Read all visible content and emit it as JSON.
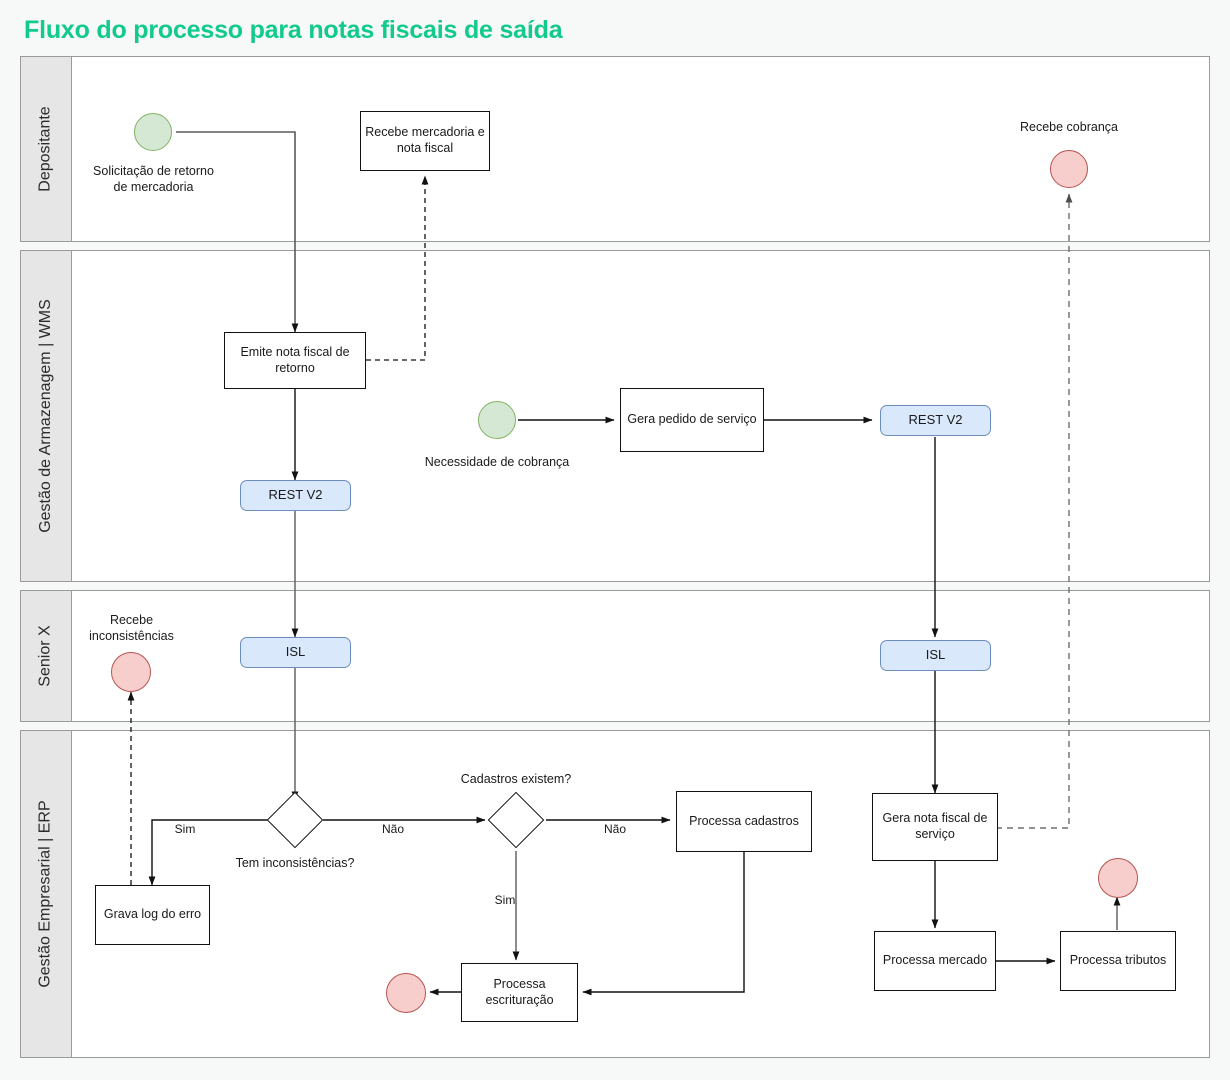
{
  "title": "Fluxo do processo para notas fiscais de saída",
  "colors": {
    "title": "#12ca8c",
    "start_event_fill": "#d5e8d4",
    "start_event_stroke": "#82b366",
    "end_event_fill": "#f8cecc",
    "end_event_stroke": "#b85450",
    "service_fill": "#dae8fc",
    "service_stroke": "#6c8ebf",
    "lane_header_fill": "#e6e6e6",
    "lane_border": "#9a9a9a",
    "page_background": "#f7f8f8"
  },
  "lanes": [
    {
      "id": "depositante",
      "label": "Depositante"
    },
    {
      "id": "wms",
      "label": "Gestão de Armazenagem | WMS"
    },
    {
      "id": "seniorx",
      "label": "Senior X"
    },
    {
      "id": "erp",
      "label": "Gestão Empresarial | ERP"
    }
  ],
  "nodes": {
    "start_retorno": {
      "type": "start-event",
      "label": "Solicitação de retorno\nde mercadoria",
      "lane": "depositante"
    },
    "recebe_mercadoria": {
      "type": "task",
      "label": "Recebe mercadoria e\nnota fiscal",
      "lane": "depositante"
    },
    "recebe_cobranca": {
      "type": "end-event",
      "label": "Recebe cobrança",
      "lane": "depositante"
    },
    "emite_nf_retorno": {
      "type": "task",
      "label": "Emite nota fiscal de\nretorno",
      "lane": "wms"
    },
    "rest_v2_left": {
      "type": "service",
      "label": "REST V2",
      "lane": "wms"
    },
    "start_cobranca": {
      "type": "start-event",
      "label": "Necessidade de cobrança",
      "lane": "wms"
    },
    "gera_pedido": {
      "type": "task",
      "label": "Gera pedido de serviço",
      "lane": "wms"
    },
    "rest_v2_right": {
      "type": "service",
      "label": "REST V2",
      "lane": "wms"
    },
    "recebe_inconsistencias": {
      "type": "end-event",
      "label": "Recebe\ninconsistências",
      "lane": "seniorx"
    },
    "isl_left": {
      "type": "service",
      "label": "ISL",
      "lane": "seniorx"
    },
    "isl_right": {
      "type": "service",
      "label": "ISL",
      "lane": "seniorx"
    },
    "gw_inconsistencias": {
      "type": "gateway",
      "label": "Tem inconsistências?",
      "lane": "erp"
    },
    "gw_cadastros": {
      "type": "gateway",
      "label": "Cadastros existem?",
      "lane": "erp"
    },
    "grava_log": {
      "type": "task",
      "label": "Grava log do erro",
      "lane": "erp"
    },
    "processa_cadastros": {
      "type": "task",
      "label": "Processa cadastros",
      "lane": "erp"
    },
    "processa_escrituracao": {
      "type": "task",
      "label": "Processa\nescrituração",
      "lane": "erp"
    },
    "end_escrituracao": {
      "type": "end-event",
      "label": "",
      "lane": "erp"
    },
    "gera_nf_servico": {
      "type": "task",
      "label": "Gera nota fiscal de\nserviço",
      "lane": "erp"
    },
    "processa_mercado": {
      "type": "task",
      "label": "Processa mercado",
      "lane": "erp"
    },
    "processa_tributos": {
      "type": "task",
      "label": "Processa tributos",
      "lane": "erp"
    },
    "end_tributos": {
      "type": "end-event",
      "label": "",
      "lane": "erp"
    }
  },
  "edge_labels": {
    "sim_inconsistencias": "Sim",
    "nao_inconsistencias": "Não",
    "sim_cadastros": "Sim",
    "nao_cadastros": "Não"
  }
}
